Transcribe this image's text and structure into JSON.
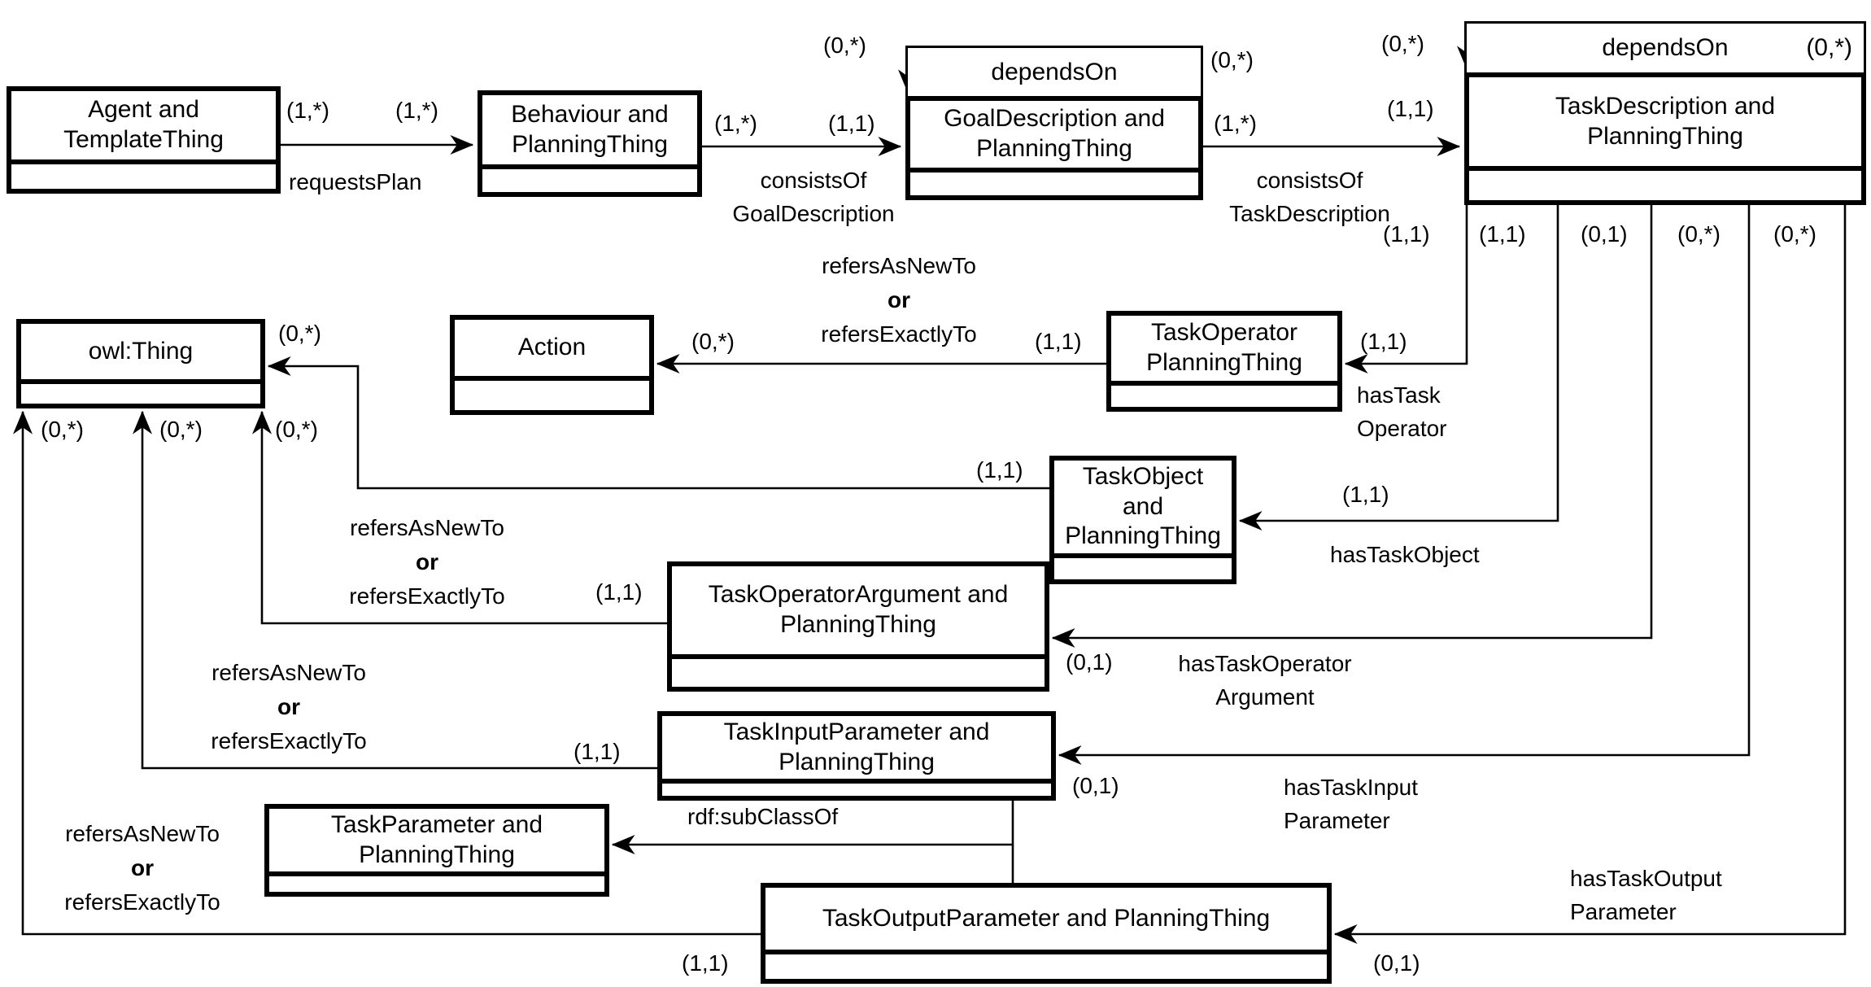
{
  "symbols": {
    "zero_star": "(0,*)",
    "one_star": "(1,*)",
    "one_one": "(1,1)",
    "zero_one": "(0,1)"
  },
  "nodes": {
    "agent": {
      "label": "Agent  and\nTemplateThing"
    },
    "behaviour": {
      "label": "Behaviour and\nPlanningThing"
    },
    "goal_description": {
      "label": "GoalDescription and\nPlanningThing"
    },
    "task_description": {
      "label": "TaskDescription and\nPlanningThing"
    },
    "action": {
      "label": "Action"
    },
    "owl_thing": {
      "label": "owl:Thing"
    },
    "task_operator": {
      "label": "TaskOperator\nPlanningThing"
    },
    "task_object": {
      "label": "TaskObject and\nPlanningThing"
    },
    "task_operator_argument": {
      "label": "TaskOperatorArgument and\nPlanningThing"
    },
    "task_input_parameter": {
      "label": "TaskInputParameter and\nPlanningThing"
    },
    "task_parameter": {
      "label": "TaskParameter and\nPlanningThing"
    },
    "task_output_parameter": {
      "label": "TaskOutputParameter and PlanningThing"
    }
  },
  "edges": {
    "requests_plan": {
      "label": "requestsPlan"
    },
    "consists_of_goal_description": {
      "label": "consistsOf\nGoalDescription"
    },
    "consists_of_task_description": {
      "label": "consistsOf\nTaskDescription"
    },
    "depends_on_goal": {
      "label": "dependsOn"
    },
    "depends_on_task": {
      "label": "dependsOn"
    },
    "has_task_operator": {
      "label": "hasTask\nOperator"
    },
    "has_task_object": {
      "label": "hasTaskObject"
    },
    "has_task_operator_argument": {
      "label": "hasTaskOperator\nArgument"
    },
    "has_task_input_parameter": {
      "label": "hasTaskInput\nParameter"
    },
    "has_task_output_parameter": {
      "label": "hasTaskOutput\nParameter"
    },
    "rdf_subclassof": {
      "label": "rdf:subClassOf"
    },
    "refers": {
      "line1": "refersAsNewTo",
      "line2": "or",
      "line3": "refersExactlyTo"
    }
  }
}
